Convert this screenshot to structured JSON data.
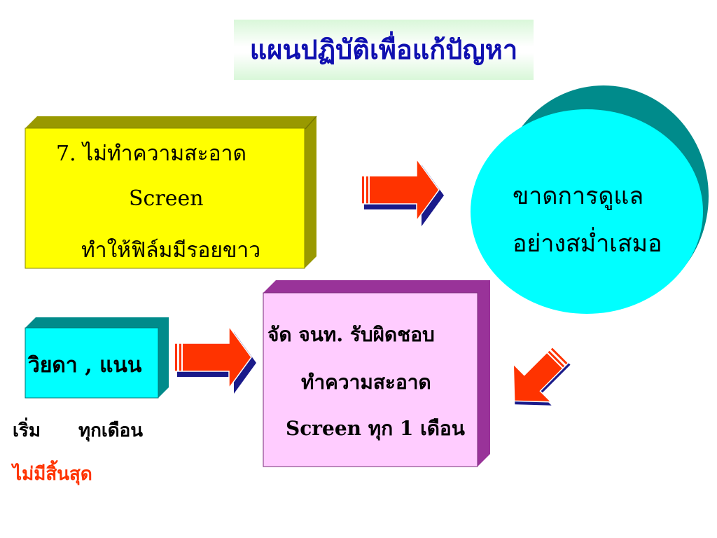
{
  "title": "แผนปฏิบัติเพื่อแก้ปัญหา",
  "problem": {
    "line1": "7. ไม่ทำความสะอาด",
    "line2": "Screen",
    "line3": "ทำให้ฟิล์มมีรอยขาว"
  },
  "cause": {
    "line1": "ขาดการดูแล",
    "line2": "อย่างสม่ำเสมอ"
  },
  "owner": {
    "label": "วิยดา , แนน"
  },
  "action": {
    "line1": "จัด จนท. รับผิดชอบ",
    "line2": "ทำความสะอาด",
    "line3": "Screen ทุก 1 เดือน"
  },
  "schedule": {
    "start_label": "เริ่ม",
    "start_value": "ทุกเดือน",
    "end_label": "ไม่มีสิ้นสุด"
  },
  "colors": {
    "title_text": "#1010b0",
    "problem_face": "#ffff00",
    "problem_depth": "#999900",
    "cause_face": "#00ffff",
    "cause_depth": "#008b8b",
    "owner_face": "#00ffff",
    "action_face": "#ffccff",
    "action_depth": "#993399",
    "arrow": "#ff3300",
    "end_label": "#ff3300"
  }
}
